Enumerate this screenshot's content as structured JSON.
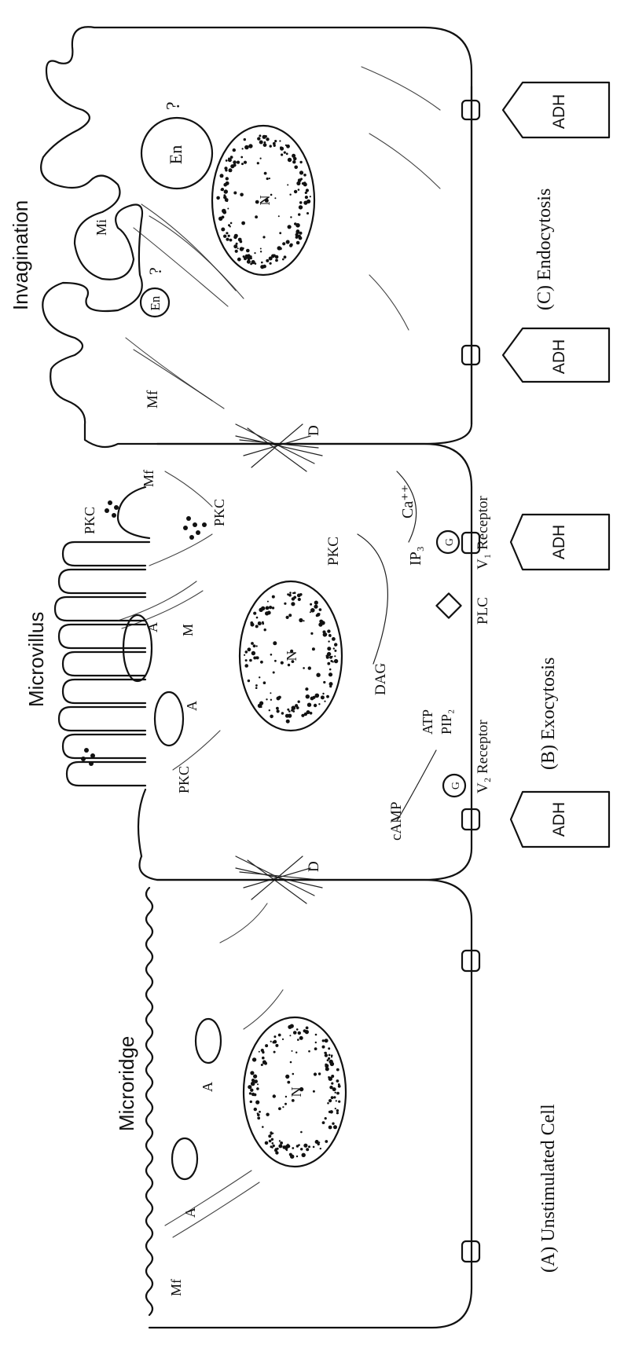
{
  "panels": {
    "a": {
      "caption": "(A) Unstimulated Cell",
      "surface": "Microridge",
      "labels": {
        "mf": "Mf",
        "a1": "A",
        "a2": "A",
        "n": "N"
      }
    },
    "b": {
      "caption": "(B) Exocytosis",
      "surface": "Microvillus",
      "labels": {
        "pkc_apical1": "PKC",
        "pkc_apical2": "PKC",
        "pkc_mid": "PKC",
        "a1": "A",
        "a2": "A",
        "m": "M",
        "mf": "Mf",
        "n": "N",
        "d": "D",
        "camp": "cAMP",
        "atp": "ATP",
        "pip2": "PIP₂",
        "dag": "DAG",
        "pkc_arrow": "PKC",
        "ip3": "IP₃",
        "ca": "Ca⁺⁺",
        "g1": "G",
        "g2": "G",
        "plc": "PLC",
        "v2": "V₂ Receptor",
        "v1": "V₁ Receptor",
        "adh1": "ADH",
        "adh2": "ADH"
      }
    },
    "c": {
      "caption": "(C) Endocytosis",
      "surface": "Invagination",
      "labels": {
        "en1": "En",
        "en2": "En",
        "q1": "?",
        "q2": "?",
        "mi": "Mi",
        "mf": "Mf",
        "n": "N",
        "d": "D",
        "adh1": "ADH",
        "adh2": "ADH"
      }
    }
  }
}
